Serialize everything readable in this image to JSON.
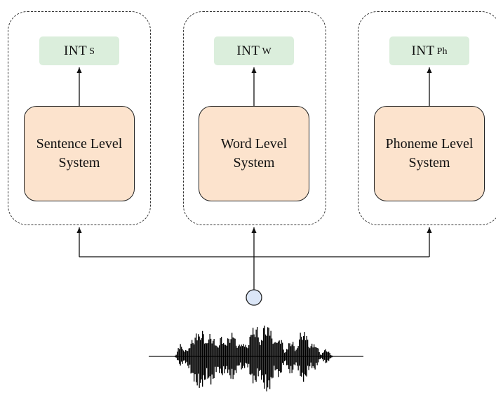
{
  "modules": [
    {
      "output": {
        "base": "INT",
        "sub": "S"
      },
      "system": {
        "line1": "Sentence Level",
        "line2": "System"
      }
    },
    {
      "output": {
        "base": "INT",
        "sub": "W"
      },
      "system": {
        "line1": "Word Level",
        "line2": "System"
      }
    },
    {
      "output": {
        "base": "INT",
        "sub": "Ph"
      },
      "system": {
        "line1": "Phoneme Level",
        "line2": "System"
      }
    }
  ],
  "colors": {
    "output_fill": "#dbeedc",
    "system_fill": "#fce3cd",
    "input_node_fill": "#dbe6f7"
  }
}
